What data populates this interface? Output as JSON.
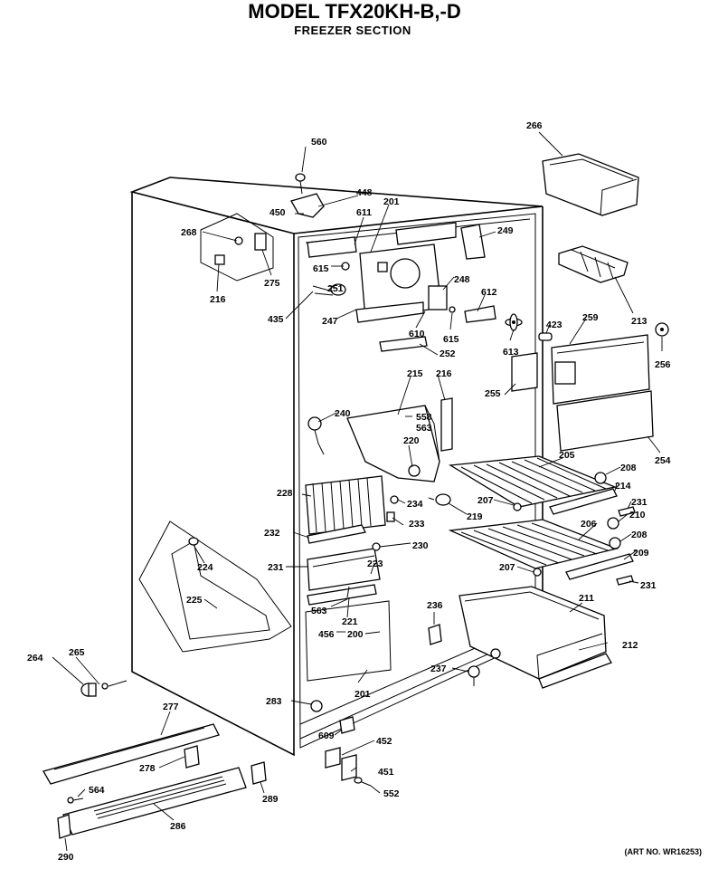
{
  "header": {
    "title": "MODEL TFX20KH-B,-D",
    "subtitle": "FREEZER SECTION"
  },
  "footer": {
    "art_no": "(ART NO. WR16253)"
  },
  "callouts": {
    "c560": "560",
    "c448": "448",
    "c450": "450",
    "c201a": "201",
    "c611": "611",
    "c266": "266",
    "c268": "268",
    "c615a": "615",
    "c249": "249",
    "c216a": "216",
    "c275": "275",
    "c251": "251",
    "c248": "248",
    "c612": "612",
    "c213": "213",
    "c435": "435",
    "c247": "247",
    "c610": "610",
    "c615b": "615",
    "c423": "423",
    "c259": "259",
    "c613": "613",
    "c256": "256",
    "c252": "252",
    "c215": "215",
    "c216b": "216",
    "c255": "255",
    "c240": "240",
    "c558": "558",
    "c563a": "563",
    "c220": "220",
    "c254": "254",
    "c205": "205",
    "c208a": "208",
    "c214": "214",
    "c228": "228",
    "c234": "234",
    "c207a": "207",
    "c231a": "231",
    "c219": "219",
    "c210": "210",
    "c206": "206",
    "c233": "233",
    "c208b": "208",
    "c232": "232",
    "c230": "230",
    "c209": "209",
    "c224": "224",
    "c231b": "231",
    "c223": "223",
    "c207b": "207",
    "c231c": "231",
    "c221": "221",
    "c211": "211",
    "c225": "225",
    "c563b": "563",
    "c236": "236",
    "c456": "456",
    "c200": "200",
    "c212": "212",
    "c264": "264",
    "c265": "265",
    "c237": "237",
    "c201b": "201",
    "c277": "277",
    "c283": "283",
    "c609": "609",
    "c452": "452",
    "c278": "278",
    "c451": "451",
    "c564": "564",
    "c289": "289",
    "c552": "552",
    "c286": "286",
    "c290": "290"
  }
}
